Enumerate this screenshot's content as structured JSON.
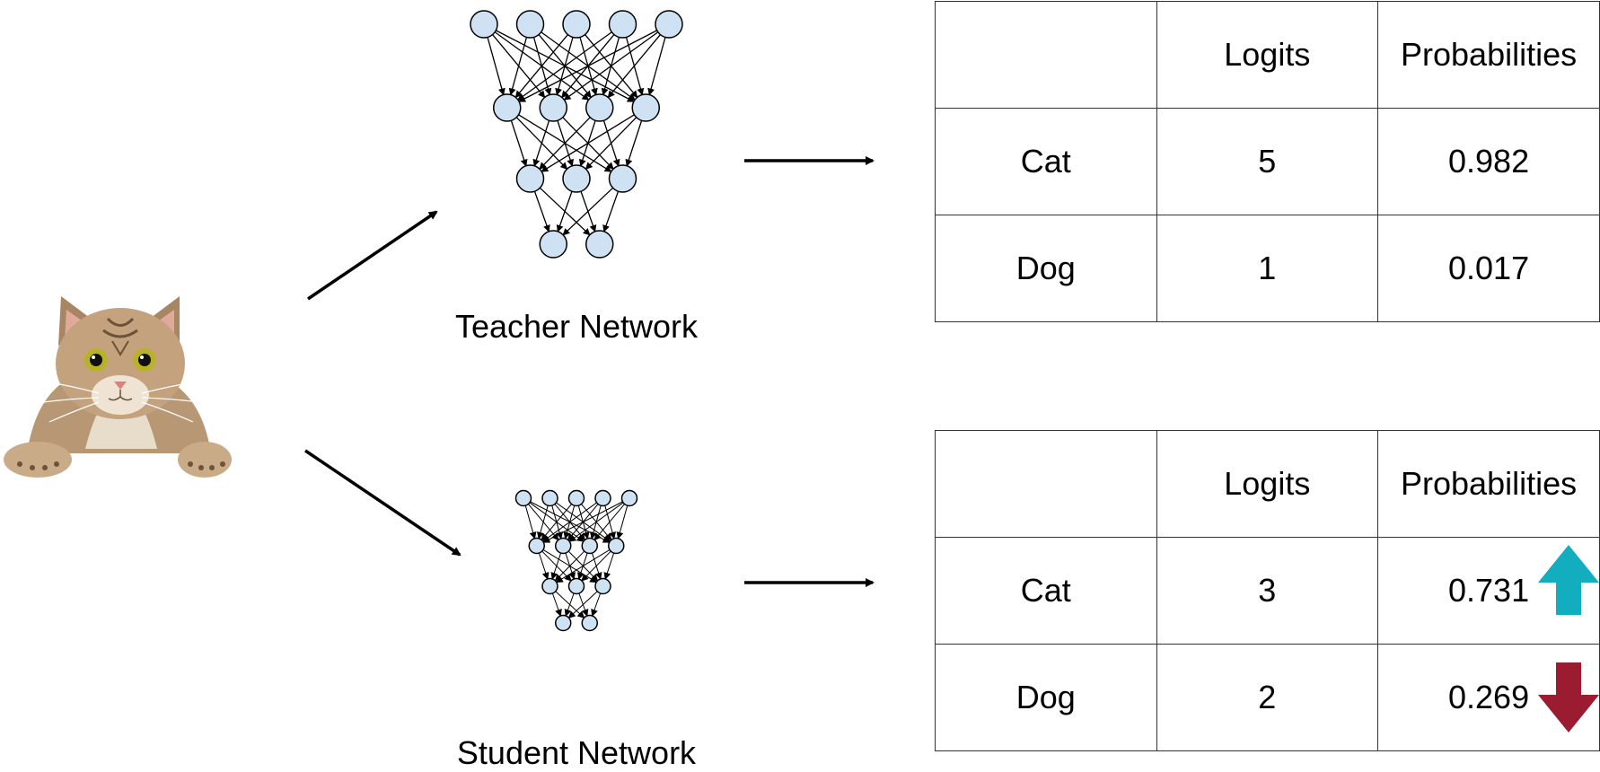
{
  "teacher": {
    "label": "Teacher Network",
    "layers": [
      5,
      4,
      3,
      2
    ],
    "table": {
      "headers": [
        "",
        "Logits",
        "Probabilities"
      ],
      "rows": [
        {
          "class": "Cat",
          "logit": "5",
          "prob": "0.982"
        },
        {
          "class": "Dog",
          "logit": "1",
          "prob": "0.017"
        }
      ]
    }
  },
  "student": {
    "label": "Student Network",
    "layers": [
      5,
      4,
      3,
      2
    ],
    "table": {
      "headers": [
        "",
        "Logits",
        "Probabilities"
      ],
      "rows": [
        {
          "class": "Cat",
          "logit": "3",
          "prob": "0.731",
          "trend": "up",
          "trend_icon": "up-arrow-icon"
        },
        {
          "class": "Dog",
          "logit": "2",
          "prob": "0.269",
          "trend": "down",
          "trend_icon": "down-arrow-icon"
        }
      ]
    }
  },
  "colors": {
    "node_fill": "#cfe2f3",
    "up": "#12aebf",
    "down": "#9b1b30"
  },
  "image": {
    "icon": "cat-photo"
  }
}
